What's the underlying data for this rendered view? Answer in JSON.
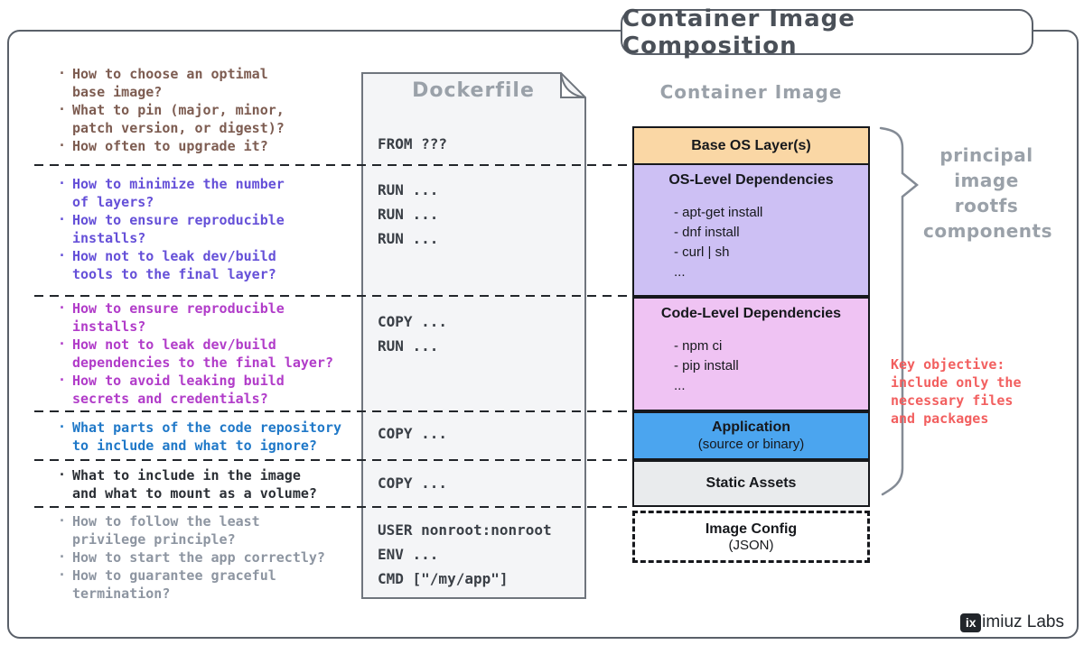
{
  "title": "Container Image Composition",
  "questions": {
    "groups": [
      {
        "name": "base-image-questions",
        "color": "#7d5c51",
        "items": [
          [
            "How to choose an optimal",
            "base image?"
          ],
          [
            "What to pin (major, minor,",
            "patch version, or digest)?"
          ],
          [
            "How often to upgrade it?"
          ]
        ]
      },
      {
        "name": "layer-questions",
        "color": "#6550d8",
        "items": [
          [
            "How to minimize the number",
            "of layers?"
          ],
          [
            "How to ensure reproducible",
            "installs?"
          ],
          [
            "How not to leak dev/build",
            "tools to the final layer?"
          ]
        ]
      },
      {
        "name": "code-deps-questions",
        "color": "#b13cc9",
        "items": [
          [
            "How to ensure reproducible",
            "installs?"
          ],
          [
            "How not to leak dev/build",
            "dependencies to the final layer?"
          ],
          [
            "How to avoid leaking build",
            "secrets and credentials?"
          ]
        ]
      },
      {
        "name": "code-repo-questions",
        "color": "#1f78c8",
        "items": [
          [
            "What parts of the code repository",
            "to include and what to ignore?"
          ]
        ]
      },
      {
        "name": "assets-questions",
        "color": "#2a2e34",
        "items": [
          [
            "What to include in the image",
            "and what to mount as a volume?"
          ]
        ]
      },
      {
        "name": "runtime-questions",
        "color": "#8d95a1",
        "items": [
          [
            "How to follow the least",
            "privilege principle?"
          ],
          [
            "How to start the app correctly?"
          ],
          [
            "How to guarantee graceful",
            "termination?"
          ]
        ]
      }
    ]
  },
  "dockerfile": {
    "title": "Dockerfile",
    "sections": [
      {
        "lines": [
          "FROM ???"
        ]
      },
      {
        "lines": [
          "RUN ...",
          "RUN ...",
          "RUN ..."
        ]
      },
      {
        "lines": [
          "COPY ...",
          "RUN ..."
        ]
      },
      {
        "lines": [
          "COPY ..."
        ]
      },
      {
        "lines": [
          "COPY ..."
        ]
      },
      {
        "lines": [
          "USER nonroot:nonroot",
          "ENV ...",
          "CMD [\"/my/app\"]"
        ]
      }
    ]
  },
  "container_image": {
    "title": "Container Image",
    "layers": [
      {
        "label": "Base OS Layer(s)",
        "color": "#fad7a5",
        "items": []
      },
      {
        "label": "OS-Level Dependencies",
        "color": "#cdc0f4",
        "items": [
          "- apt-get install",
          "- dnf install",
          "- curl | sh",
          "..."
        ]
      },
      {
        "label": "Code-Level Dependencies",
        "color": "#efc3f3",
        "items": [
          "- npm ci",
          "- pip install",
          "..."
        ]
      },
      {
        "label": "Application",
        "sublabel": "(source or binary)",
        "color": "#4ba5ef",
        "items": []
      },
      {
        "label": "Static Assets",
        "color": "#e9ebed",
        "items": []
      }
    ],
    "config_layer": {
      "label": "Image Config",
      "sublabel": "(JSON)"
    }
  },
  "annotations": {
    "brace_label_lines": [
      "principal",
      "image rootfs",
      "components"
    ],
    "key_objective_lines": [
      "Key objective:",
      "include only the",
      "necessary files",
      "and packages"
    ],
    "key_objective_color": "#f25f5f"
  },
  "brand": {
    "box_text": "ix",
    "name": "imiuz Labs"
  }
}
